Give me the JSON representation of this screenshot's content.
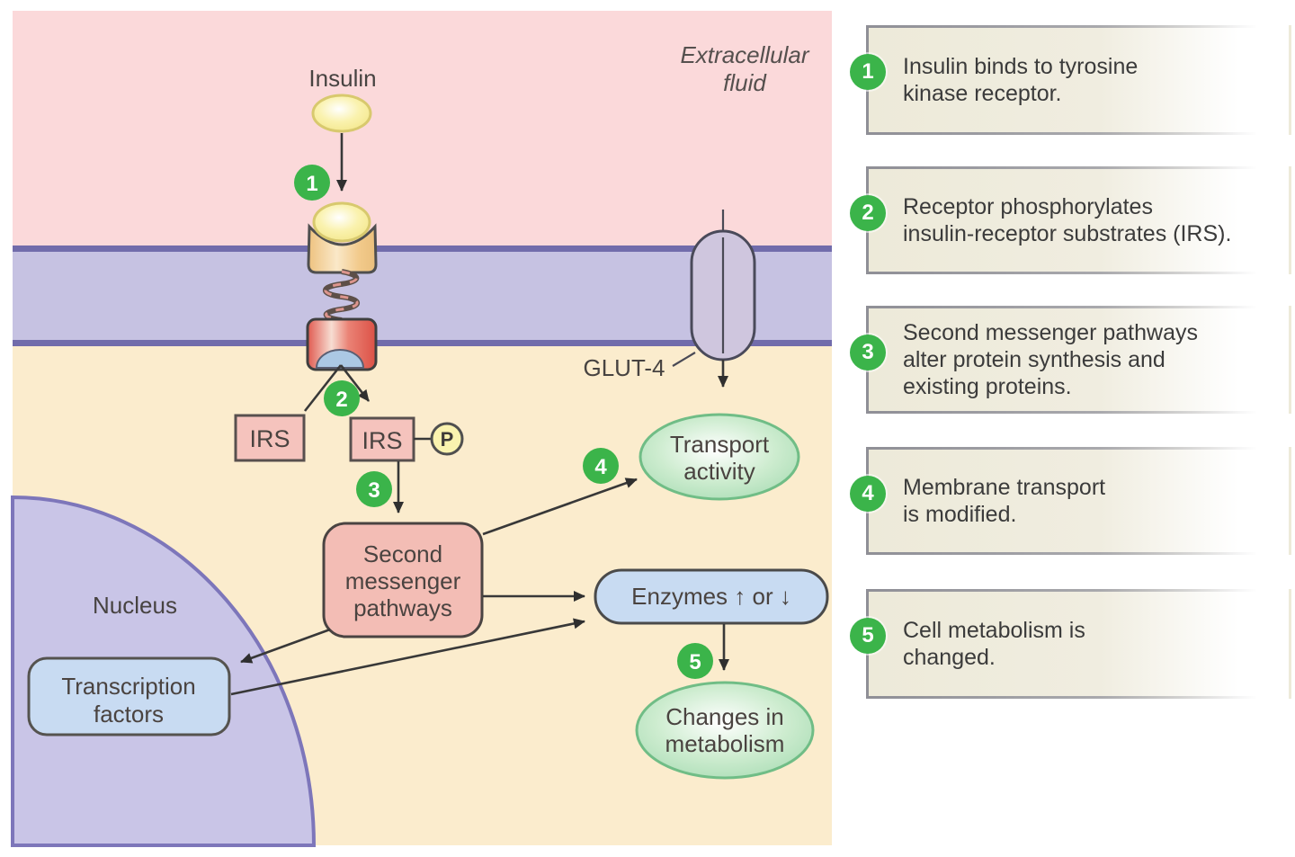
{
  "figure": {
    "extracellular_label": [
      "Extracellular",
      "fluid"
    ],
    "insulin_label": "Insulin",
    "glut4_label": "GLUT-4",
    "nucleus_label": "Nucleus",
    "irs_left": "IRS",
    "irs_right": "IRS",
    "phosphate": "P",
    "second_messenger": [
      "Second",
      "messenger",
      "pathways"
    ],
    "transport_activity": [
      "Transport",
      "activity"
    ],
    "enzymes": "Enzymes ↑ or ↓",
    "changes_in_metabolism": [
      "Changes in",
      "metabolism"
    ],
    "transcription_factors": [
      "Transcription",
      "factors"
    ],
    "markers": [
      "1",
      "2",
      "3",
      "4",
      "5"
    ]
  },
  "steps": [
    {
      "num": "1",
      "lines": [
        "Insulin binds to tyrosine",
        "kinase receptor."
      ]
    },
    {
      "num": "2",
      "lines": [
        "Receptor phosphorylates",
        "insulin-receptor substrates (IRS)."
      ]
    },
    {
      "num": "3",
      "lines": [
        "Second messenger pathways",
        "alter protein synthesis and",
        "existing proteins."
      ]
    },
    {
      "num": "4",
      "lines": [
        "Membrane transport",
        "is modified."
      ]
    },
    {
      "num": "5",
      "lines": [
        "Cell metabolism is",
        "changed."
      ]
    }
  ],
  "colors": {
    "extracellular_pink": "#fbd9da",
    "cytoplasm_cream": "#fbeccd",
    "membrane_fill": "#c6c2e2",
    "membrane_edge": "#716cab",
    "nucleus_fill": "#c9c5e7",
    "nucleus_edge": "#7d76ba",
    "receptor_cup": "#eec27f",
    "kinase_red": "#dd5348",
    "notch_blue": "#abc8e4",
    "irs_pink": "#f5c3bd",
    "phosphate_yellow": "#faf3af",
    "second_messenger_pink": "#f3bdb5",
    "enzyme_blue": "#c8dbf2",
    "green_ellipse": "#a8dcb4",
    "green_badge": "#3bb44a",
    "arrow": "#383838",
    "sidebar_box": "#edead9"
  }
}
